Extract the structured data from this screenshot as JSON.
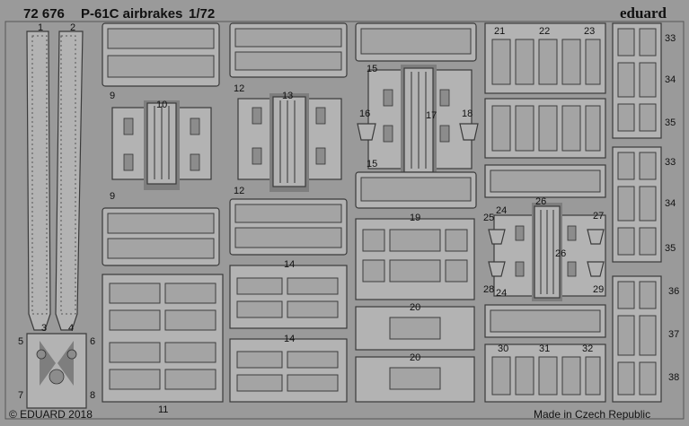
{
  "header": {
    "code": "72 676",
    "title": "P-61C airbrakes",
    "scale": "1/72",
    "brand": "eduard"
  },
  "footer": {
    "copyright": "© EDUARD 2018",
    "origin": "Made in Czech Republic"
  },
  "part_numbers": {
    "p1": "1",
    "p2": "2",
    "p3": "3",
    "p4": "4",
    "p5": "5",
    "p6": "6",
    "p7": "7",
    "p8": "8",
    "p9a": "9",
    "p9b": "9",
    "p10": "10",
    "p11": "11",
    "p12a": "12",
    "p12b": "12",
    "p13": "13",
    "p14a": "14",
    "p14b": "14",
    "p15a": "15",
    "p15b": "15",
    "p16": "16",
    "p17": "17",
    "p18": "18",
    "p19": "19",
    "p20a": "20",
    "p20b": "20",
    "p21": "21",
    "p22": "22",
    "p23": "23",
    "p24a": "24",
    "p24b": "24",
    "p25": "25",
    "p26a": "26",
    "p26b": "26",
    "p27": "27",
    "p28": "28",
    "p29": "29",
    "p30": "30",
    "p31": "31",
    "p32": "32",
    "p33a": "33",
    "p33b": "33",
    "p34a": "34",
    "p34b": "34",
    "p35a": "35",
    "p35b": "35",
    "p36": "36",
    "p37": "37",
    "p38": "38"
  },
  "colors": {
    "fret": "#9a9a9a",
    "part": "#b3b3b3",
    "outline": "#3a3a3a"
  }
}
